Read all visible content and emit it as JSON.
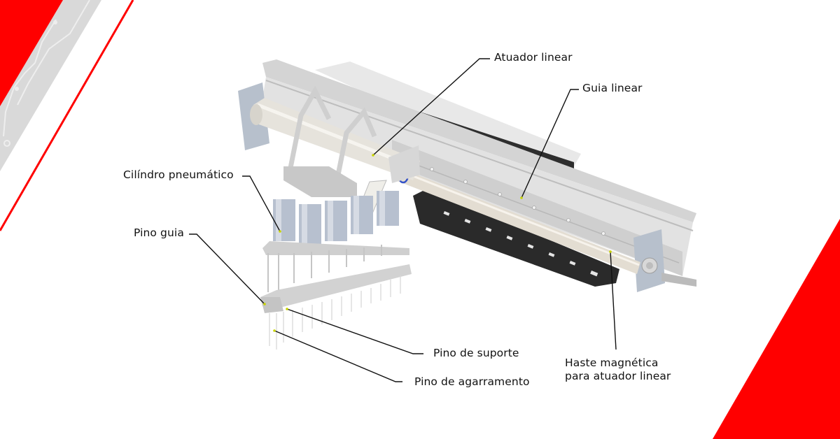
{
  "diagram": {
    "title": "Garra de agulhas com atuador linear",
    "labels": [
      {
        "id": "atuador-linear",
        "text": "Atuador linear"
      },
      {
        "id": "guia-linear",
        "text": "Guia linear"
      },
      {
        "id": "cilindro-pneumatico",
        "text": "Cilíndro pneumático"
      },
      {
        "id": "pino-guia",
        "text": "Pino guia"
      },
      {
        "id": "pino-de-suporte",
        "text": "Pino de suporte"
      },
      {
        "id": "pino-de-agarramento",
        "text": "Pino de agarramento"
      },
      {
        "id": "haste-magnetica",
        "text": "Haste magnética",
        "text2": "para atuador linear"
      }
    ]
  },
  "theme": {
    "accent": "#ff0000",
    "stripe": "#d9d9d9",
    "circuit": "#eeeeee",
    "metal_light": "#e6e6e6",
    "metal_mid": "#c9c9c9",
    "metal_dark": "#9a9a9a",
    "blue_steel": "#b4bccb",
    "chain": "#2a2a2a"
  }
}
